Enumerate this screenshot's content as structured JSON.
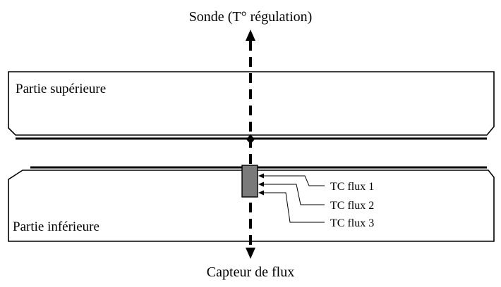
{
  "labels": {
    "probe": "Sonde (T° régulation)",
    "upper_part": "Partie supérieure",
    "lower_part": "Partie inférieure",
    "flux_sensor": "Capteur de flux",
    "tc_flux_1": "TC flux 1",
    "tc_flux_2": "TC flux 2",
    "tc_flux_3": "TC flux 3"
  },
  "colors": {
    "line": "#000000",
    "sensor_fill": "#7a7a7a",
    "background": "#ffffff"
  }
}
